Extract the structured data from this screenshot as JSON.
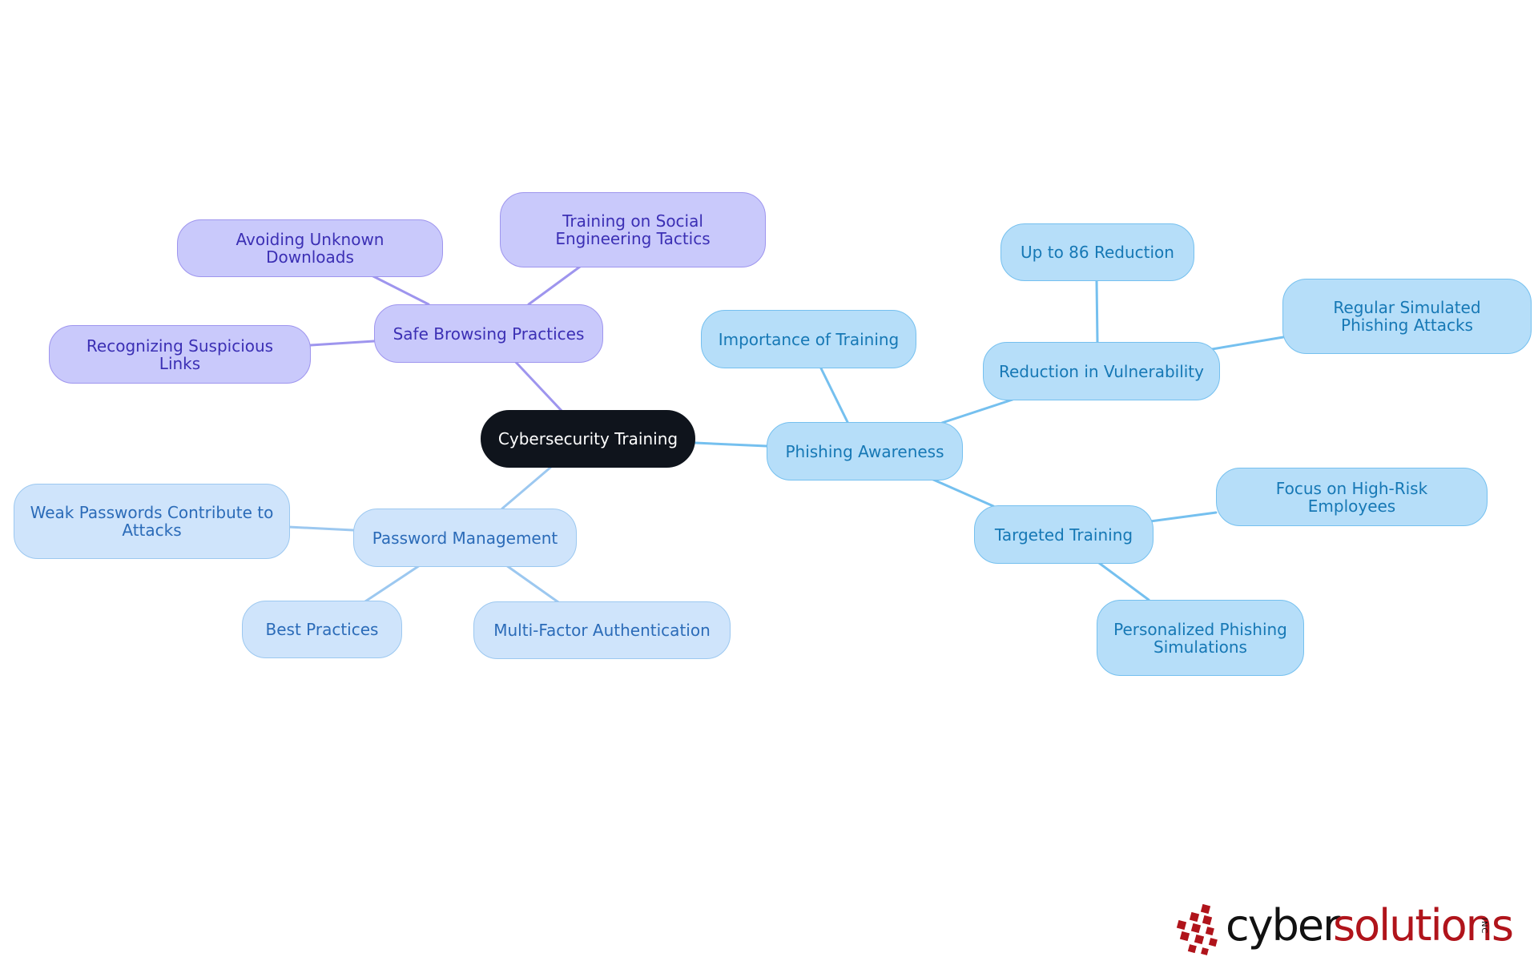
{
  "diagram": {
    "root": "Cybersecurity Training",
    "branches": {
      "safe_browsing": {
        "label": "Safe Browsing Practices",
        "children": [
          "Avoiding Unknown Downloads",
          "Training on Social Engineering Tactics",
          "Recognizing Suspicious Links"
        ]
      },
      "password": {
        "label": "Password Management",
        "children": [
          "Weak Passwords Contribute to Attacks",
          "Best Practices",
          "Multi-Factor Authentication"
        ]
      },
      "phishing": {
        "label": "Phishing Awareness",
        "children": [
          "Importance of Training",
          "Reduction in Vulnerability",
          "Targeted Training"
        ],
        "reduction_children": [
          "Up to 86 Reduction",
          "Regular Simulated Phishing Attacks"
        ],
        "targeted_children": [
          "Focus on High-Risk Employees",
          "Personalized Phishing Simulations"
        ]
      }
    },
    "colors": {
      "root": "#0f141c",
      "safe_browsing": "#c9c9fb",
      "phishing": "#b6def9",
      "password": "#cfe4fb"
    }
  },
  "logo": {
    "word_black": "cyber",
    "word_red": "solutions",
    "suffix": "INC"
  }
}
